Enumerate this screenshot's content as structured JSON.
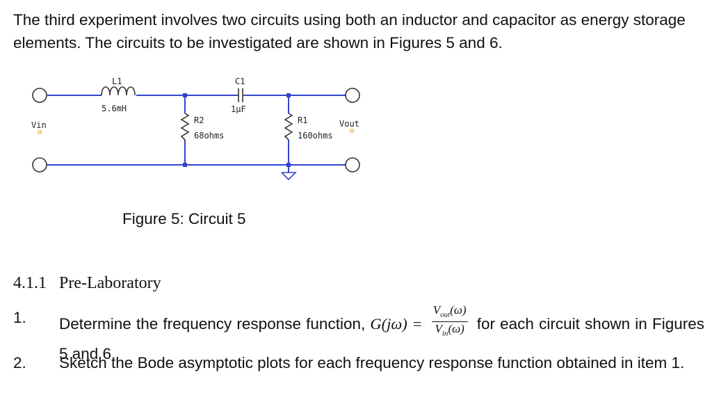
{
  "intro": "The third experiment involves two circuits using both an inductor and capacitor as energy storage elements. The circuits to be investigated are shown in Figures 5 and 6.",
  "circuit": {
    "input_label": "Vin",
    "output_label": "Vout",
    "components": [
      {
        "id": "L1",
        "value": "5.6mH"
      },
      {
        "id": "C1",
        "value": "1µF"
      },
      {
        "id": "R2",
        "value": "68ohms"
      },
      {
        "id": "R1",
        "value": "160ohms"
      }
    ],
    "wire_color": "#3344cc"
  },
  "figure_caption": "Figure 5: Circuit 5",
  "section": {
    "number": "4.1.1",
    "title": "Pre-Laboratory"
  },
  "items": [
    {
      "number": "1.",
      "text_before": "Determine the frequency response function,",
      "math_lhs": "G(jω) =",
      "frac_num_var": "V",
      "frac_num_sub": "out",
      "frac_num_arg": "(ω)",
      "frac_den_var": "V",
      "frac_den_sub": "in",
      "frac_den_arg": "(ω)",
      "text_after": "for each circuit shown in Figures 5 and 6."
    },
    {
      "number": "2.",
      "text": "Sketch the Bode asymptotic plots for each frequency response function obtained in item 1."
    }
  ]
}
